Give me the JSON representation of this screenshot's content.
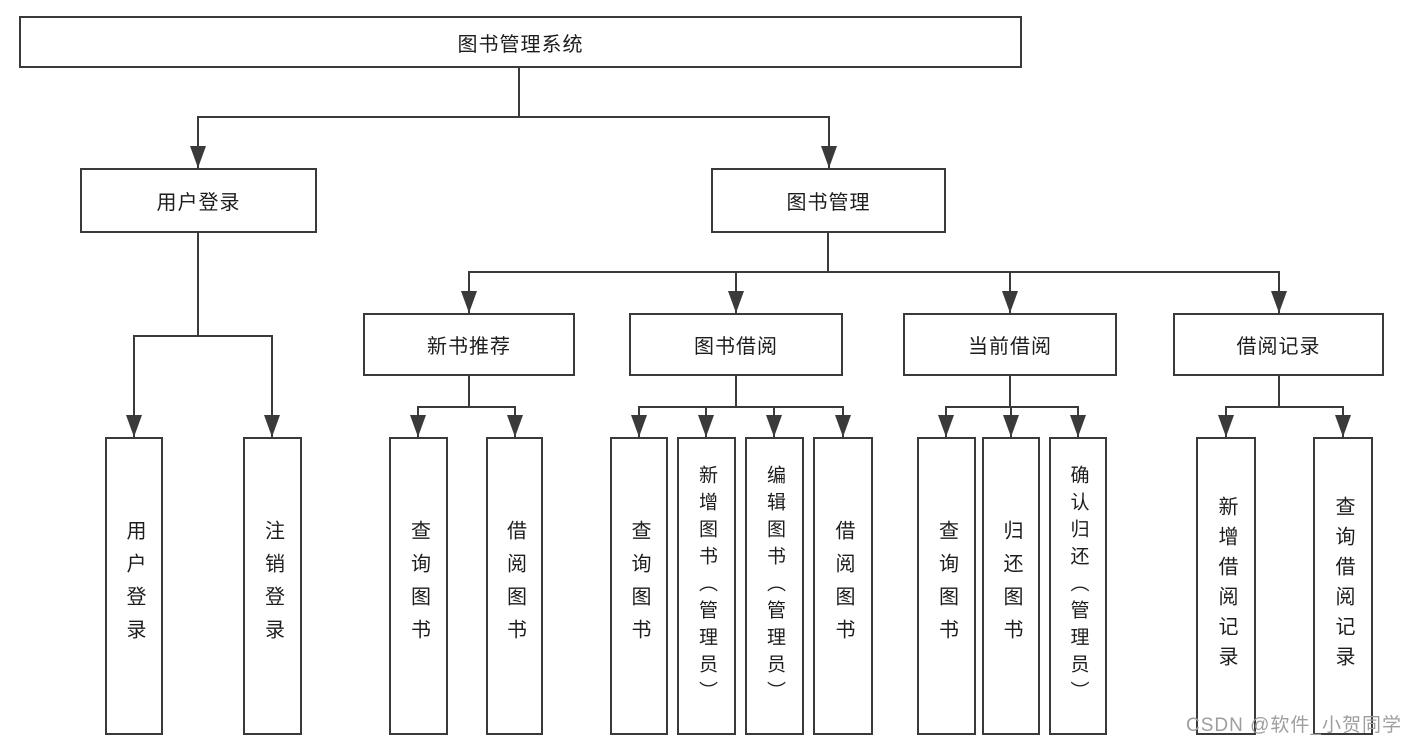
{
  "diagram": {
    "root": {
      "label": "图书管理系统"
    },
    "branches": [
      {
        "label": "用户登录",
        "children": [
          {
            "label": "用户登录"
          },
          {
            "label": "注销登录"
          }
        ]
      },
      {
        "label": "图书管理",
        "children": [
          {
            "label": "新书推荐",
            "children": [
              {
                "label": "查询图书"
              },
              {
                "label": "借阅图书"
              }
            ]
          },
          {
            "label": "图书借阅",
            "children": [
              {
                "label": "查询图书"
              },
              {
                "label": "新增图书（管理员）"
              },
              {
                "label": "编辑图书（管理员）"
              },
              {
                "label": "借阅图书"
              }
            ]
          },
          {
            "label": "当前借阅",
            "children": [
              {
                "label": "查询图书"
              },
              {
                "label": "归还图书"
              },
              {
                "label": "确认归还（管理员）"
              }
            ]
          },
          {
            "label": "借阅记录",
            "children": [
              {
                "label": "新增借阅记录"
              },
              {
                "label": "查询借阅记录"
              }
            ]
          }
        ]
      }
    ]
  },
  "watermark": {
    "text": "CSDN @软件_小贺同学"
  },
  "colors": {
    "line": "#3a3a3a",
    "text": "#1d1d1d",
    "watermark": "#9e9e9e",
    "background": "#ffffff"
  }
}
